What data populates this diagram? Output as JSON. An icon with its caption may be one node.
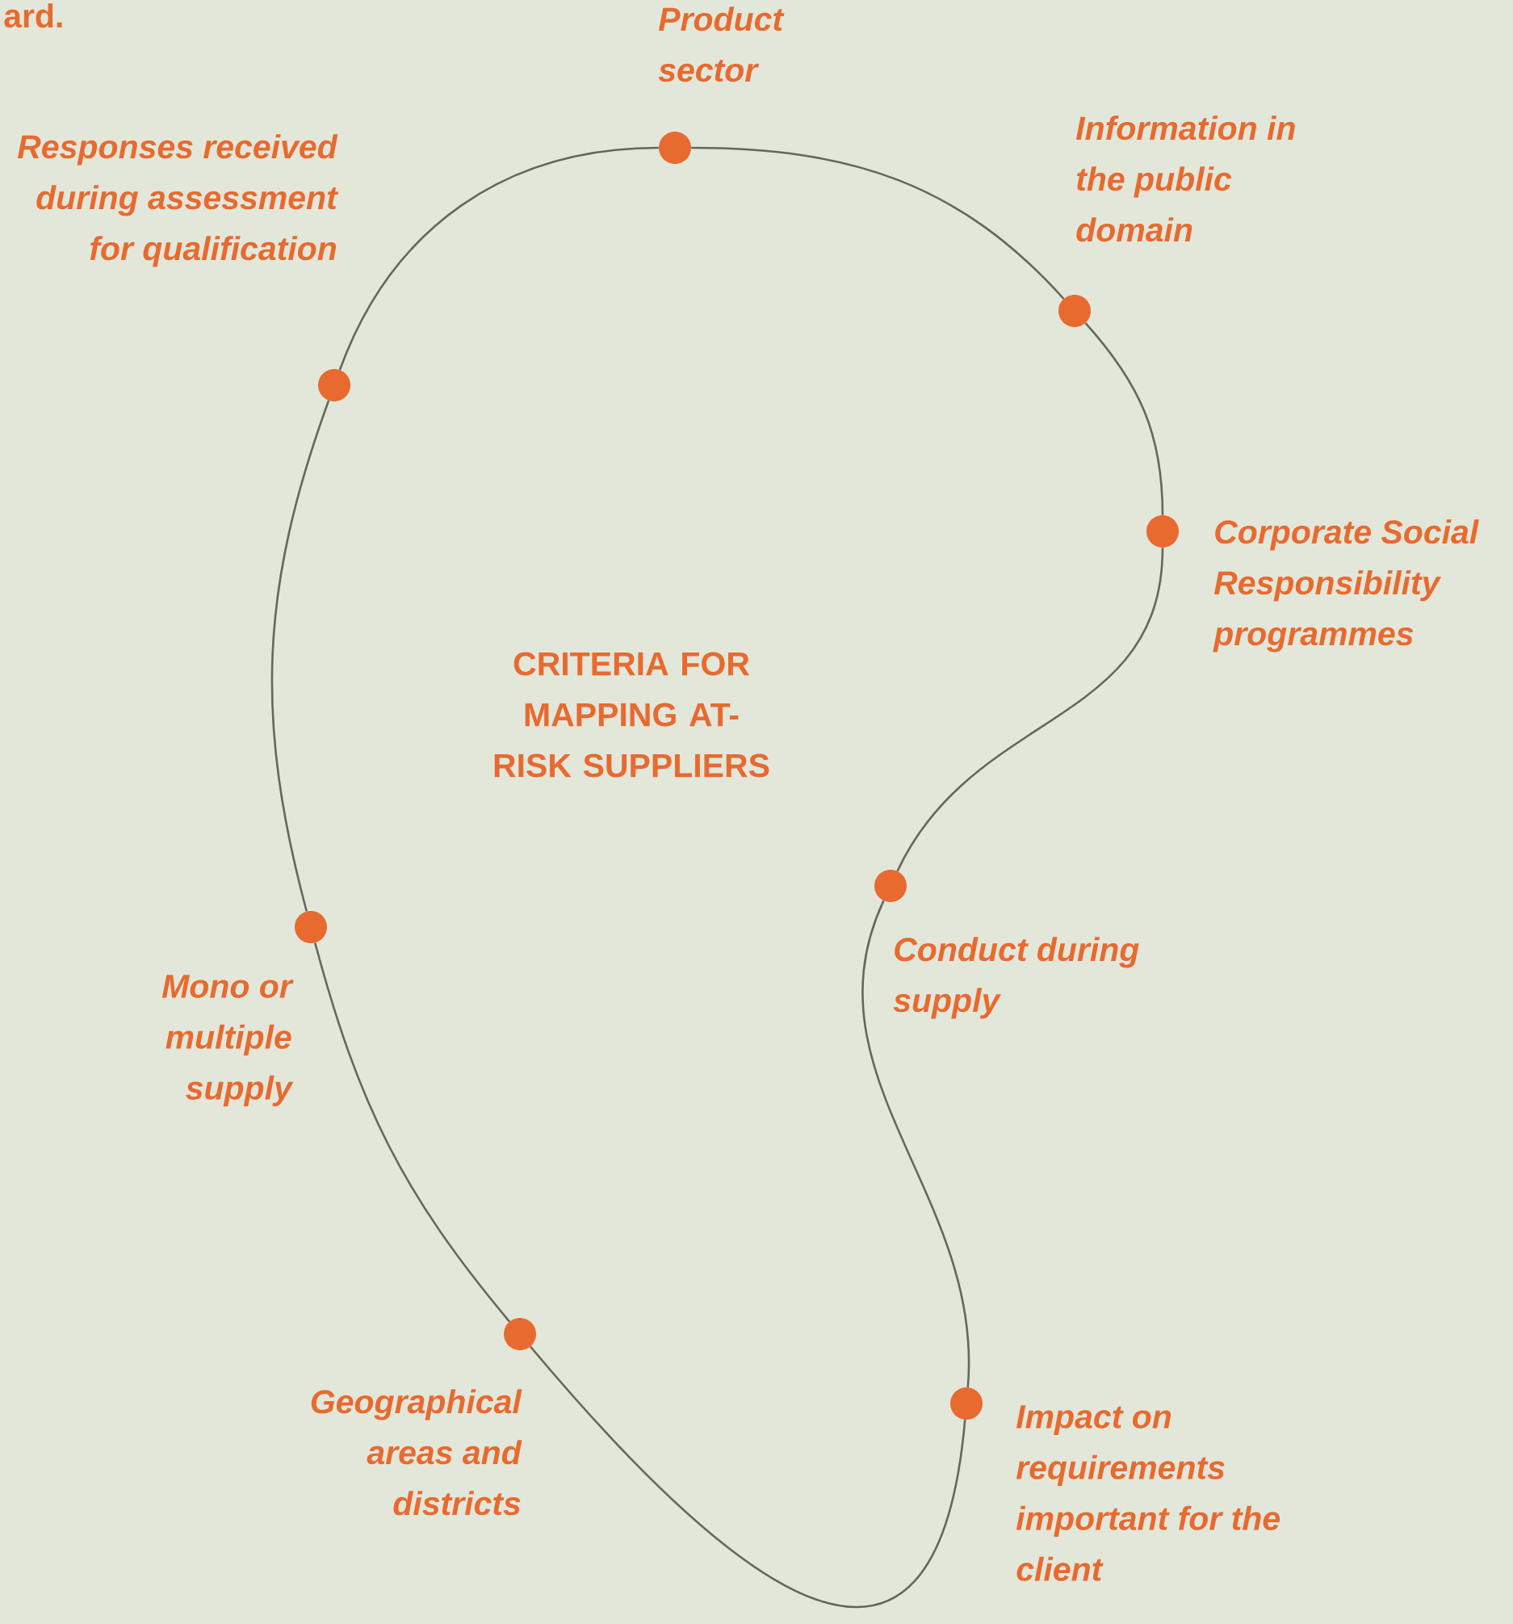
{
  "diagram": {
    "nodes": [
      {
        "text": [
          "CRITERIA FOR MAPPING AT-RISK SUPPLIERS"
        ]
      },
      {
        "text": [],
        "shape": "circle",
        "beside": [
          "Product sector"
        ]
      },
      {
        "text": [],
        "shape": "circle",
        "beside": [
          "Information in the public domain"
        ]
      },
      {
        "text": [],
        "shape": "circle",
        "beside": [
          "Corporate Social Responsibility programmes"
        ]
      },
      {
        "text": [],
        "shape": "circle",
        "beside": [
          "Conduct during supply"
        ]
      },
      {
        "text": [],
        "shape": "circle",
        "beside": [
          "Impact on requirements important for the client"
        ]
      },
      {
        "text": [],
        "shape": "circle",
        "beside": [
          "Geographical areas and districts"
        ]
      },
      {
        "text": [],
        "shape": "circle",
        "beside": [
          "Mono or multiple supply"
        ]
      },
      {
        "text": [],
        "shape": "circle",
        "beside": [
          "Responses received during assessment for qualification"
        ]
      }
    ],
    "edges": [
      {
        "from": 1,
        "to": 2,
        "arrow": "none"
      },
      {
        "from": 2,
        "to": 3,
        "arrow": "none"
      },
      {
        "from": 3,
        "to": 4,
        "arrow": "none"
      },
      {
        "from": 4,
        "to": 5,
        "arrow": "none"
      },
      {
        "from": 5,
        "to": 6,
        "arrow": "none"
      },
      {
        "from": 6,
        "to": 7,
        "arrow": "none"
      },
      {
        "from": 7,
        "to": 8,
        "arrow": "none"
      },
      {
        "from": 8,
        "to": 1,
        "arrow": "none"
      }
    ],
    "labels": [
      "ard."
    ]
  }
}
